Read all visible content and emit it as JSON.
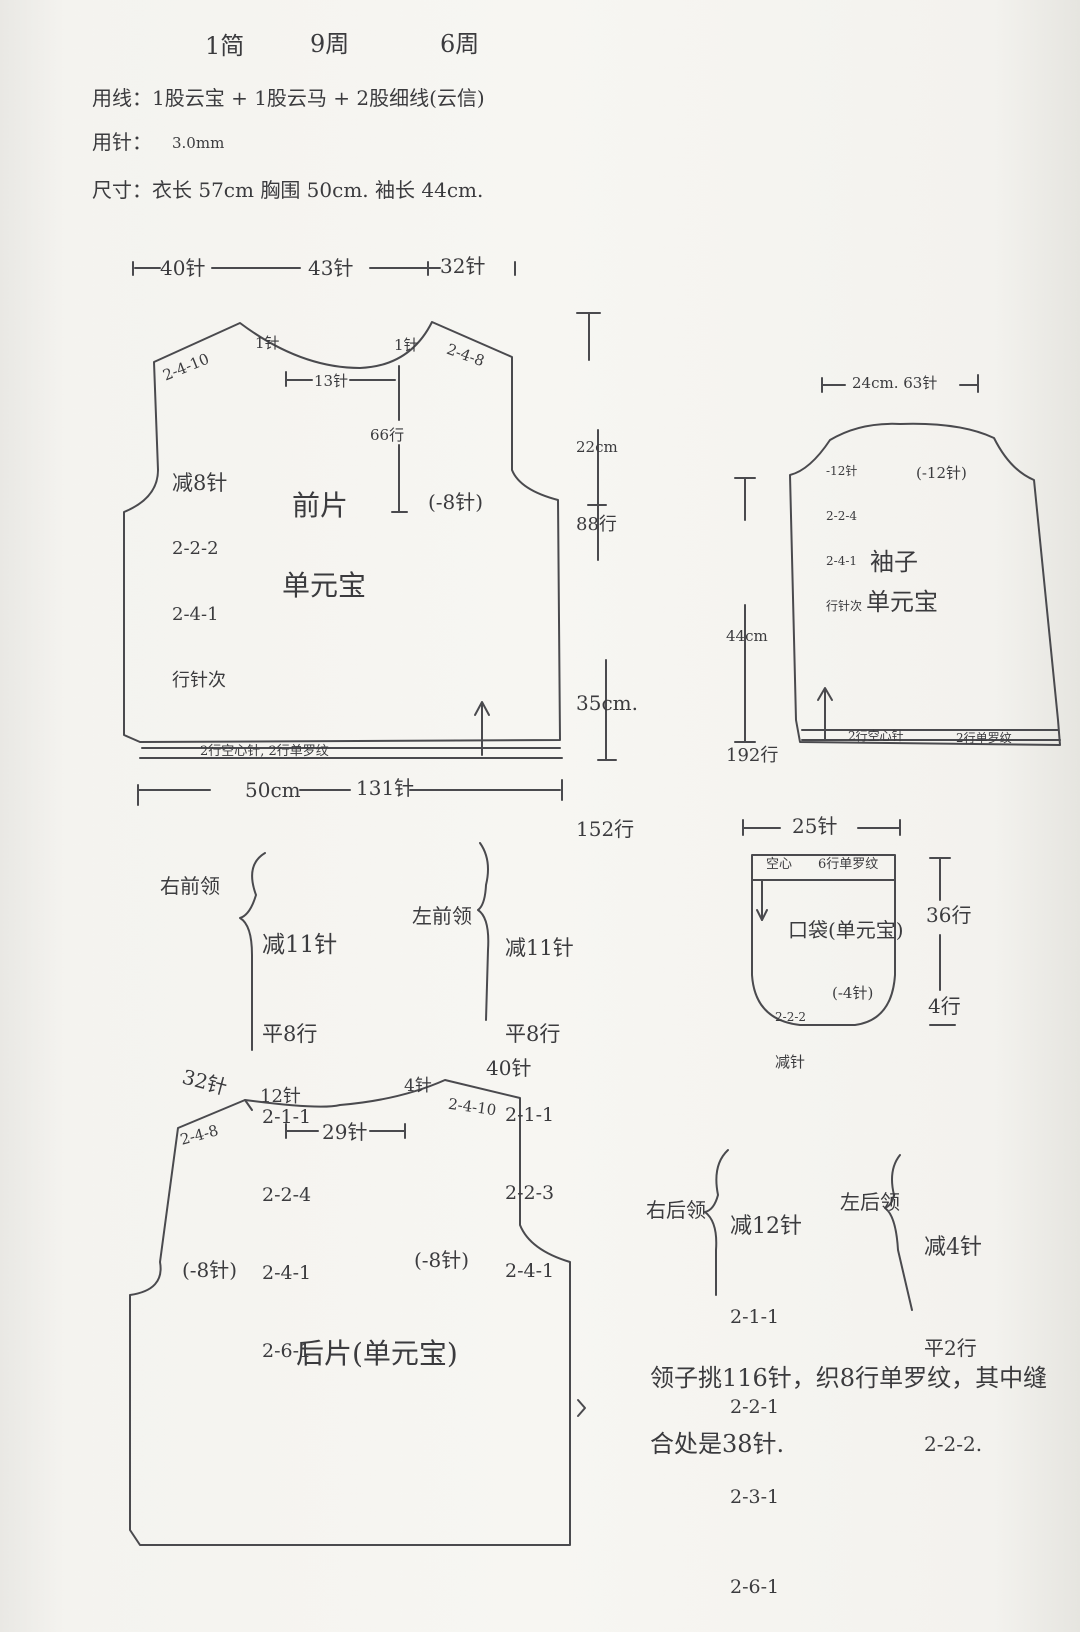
{
  "header": {
    "line1": [
      "1简",
      "9周",
      "6周"
    ],
    "yarn": "用线：1股云宝 + 1股云马 + 2股细线(云信)",
    "needle_label": "用针：",
    "needle_value": "3.0mm",
    "size": "尺寸：衣长 57cm  胸围 50cm.  袖长 44cm."
  },
  "front": {
    "top_left": "40针",
    "top_mid": "43针",
    "top_right": "32针",
    "shoulder_l": "2-4-10",
    "shoulder_r": "2-4-8",
    "neck_l": "1针",
    "neck_r": "1针",
    "neck_w": "13针",
    "neck_depth": "66行",
    "armhole_dec": [
      "减8针",
      "2-2-2",
      "2-4-1",
      "行针次"
    ],
    "armhole_r": "(-8针)",
    "title": "前片",
    "pattern": "单元宝",
    "height_top": [
      "22cm",
      "88行"
    ],
    "height_bot": [
      "35cm.",
      "152行"
    ],
    "rib": "2行空心针, 2行单罗纹",
    "width": [
      "50cm",
      "131针"
    ]
  },
  "sleeve": {
    "top": "24cm. 63针",
    "cap_dec": [
      "-12针",
      "2-2-4",
      "2-4-1",
      "行针次"
    ],
    "cap_r": "(-12针)",
    "height": [
      "44cm",
      "192行"
    ],
    "title": "袖子",
    "pattern": "单元宝",
    "rib_l": "2行空心针",
    "rib_r": "2行单罗纹"
  },
  "pocket": {
    "width": "25针",
    "band": [
      "空心",
      "6行单罗纹"
    ],
    "title": "口袋(单元宝)",
    "dec_l": [
      "2-2-2",
      "减针"
    ],
    "dec_r": "(-4针)",
    "height": "36行",
    "height2": "4行"
  },
  "front_neck": {
    "right_label": "右前领",
    "right": [
      "减11针",
      "平8行",
      "2-1-1",
      "2-2-4",
      "2-4-1",
      "2-6-1"
    ],
    "left_label": "左前领",
    "left": [
      "减11针",
      "平8行",
      "2-1-1",
      "2-2-3",
      "2-4-1"
    ]
  },
  "back": {
    "top_left": "32针",
    "top_right": "40针",
    "neck_l": "12针",
    "neck_r": "4针",
    "neck_w": "29针",
    "shoulder_l": "2-4-8",
    "shoulder_r": "2-4-10",
    "armhole_l": "(-8针)",
    "armhole_r": "(-8针)",
    "title": "后片(单元宝)"
  },
  "back_neck": {
    "right_label": "右后领",
    "right": [
      "减12针",
      "2-1-1",
      "2-2-1",
      "2-3-1",
      "2-6-1"
    ],
    "left_label": "左后领",
    "left": [
      "减4针",
      "平2行",
      "2-2-2."
    ]
  },
  "note": [
    "领子挑116针，织8行单罗纹，其中缝",
    "合处是38针."
  ]
}
